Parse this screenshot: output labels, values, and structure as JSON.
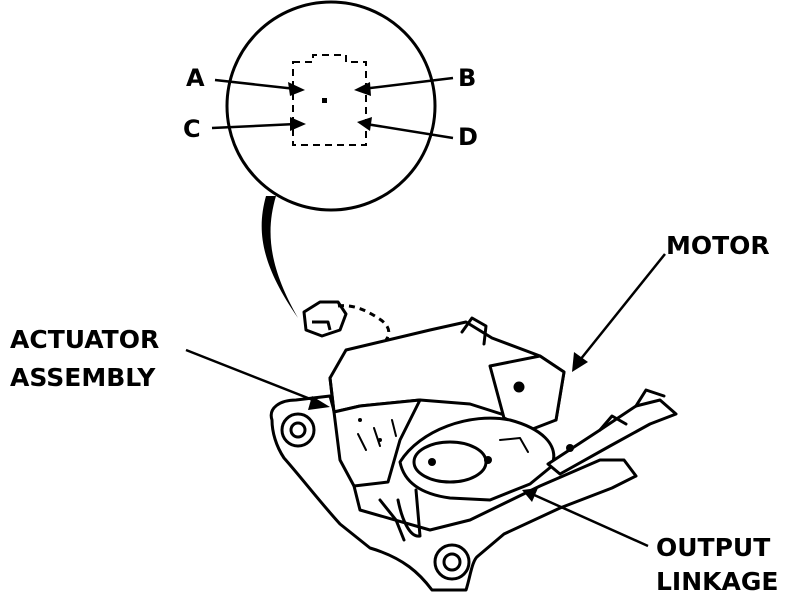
{
  "connector": {
    "pin_a": "A",
    "pin_b": "B",
    "pin_c": "C",
    "pin_d": "D"
  },
  "labels": {
    "motor": "MOTOR",
    "actuator_line1": "ACTUATOR",
    "actuator_line2": "ASSEMBLY",
    "output_line1": "OUTPUT",
    "output_line2": "LINKAGE"
  },
  "colors": {
    "ink": "#000000",
    "paper": "#ffffff"
  }
}
